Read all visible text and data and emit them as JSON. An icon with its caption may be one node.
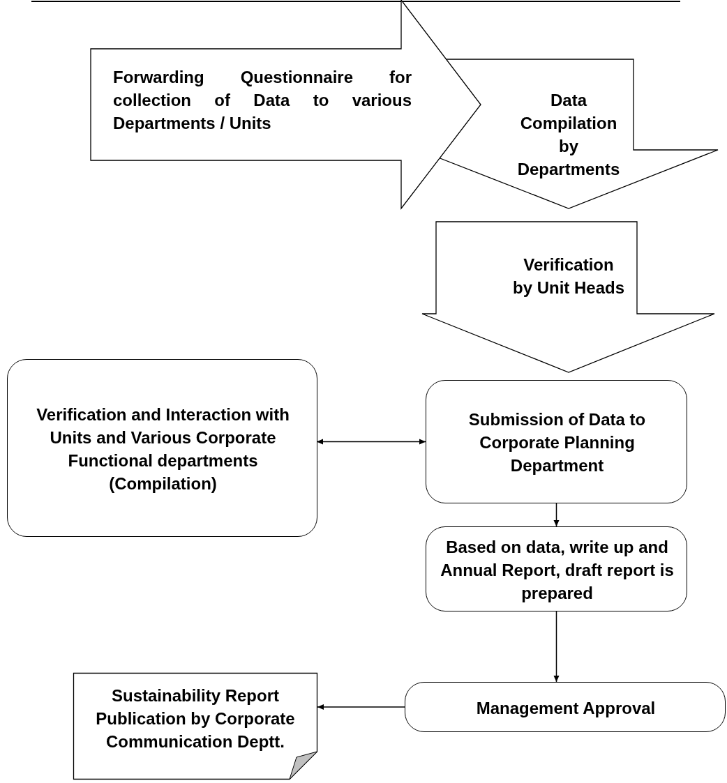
{
  "diagram": {
    "nodes": [
      {
        "text": [
          "Forwarding Questionnaire for collection of Data to various Departments / Units"
        ]
      },
      {
        "text": [
          "Data Compilation by Departments"
        ]
      },
      {
        "text": [
          "Verification by Unit Heads"
        ]
      },
      {
        "text": [
          "Verification and Interaction with Units and Various Corporate Functional departments (Compilation)"
        ]
      },
      {
        "text": [
          "Submission of Data to Corporate Planning Department"
        ]
      },
      {
        "text": [
          "Based on data, write up and Annual Report, draft report is prepared"
        ]
      },
      {
        "text": [
          "Management Approval"
        ]
      },
      {
        "text": [
          "Sustainability Report Publication by Corporate Communication Deptt."
        ]
      }
    ],
    "edges": [
      {
        "from": 3,
        "to": 4,
        "arrow": "both"
      },
      {
        "from": 4,
        "to": 5,
        "arrow": "to"
      },
      {
        "from": 5,
        "to": 6,
        "arrow": "to"
      },
      {
        "from": 6,
        "to": 7,
        "arrow": "to"
      }
    ]
  }
}
